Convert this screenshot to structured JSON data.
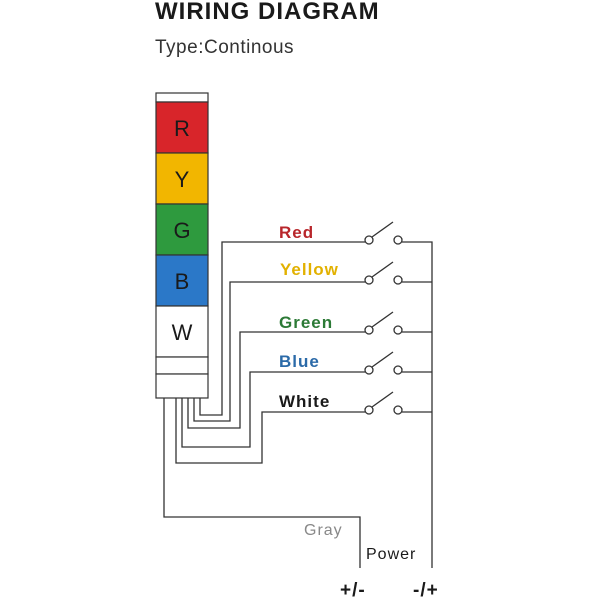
{
  "header": {
    "title": "WIRING DIAGRAM",
    "subtitle": "Type:Continous"
  },
  "tower": {
    "segments": [
      {
        "letter": "R",
        "color": "#d8252a"
      },
      {
        "letter": "Y",
        "color": "#f2b600"
      },
      {
        "letter": "G",
        "color": "#2e9a3e"
      },
      {
        "letter": "B",
        "color": "#2b78c8"
      },
      {
        "letter": "W",
        "color": "#ffffff"
      }
    ]
  },
  "wires": [
    {
      "label": "Red",
      "color": "#b8262b"
    },
    {
      "label": "Yellow",
      "color": "#e2b100"
    },
    {
      "label": "Green",
      "color": "#2c7a36"
    },
    {
      "label": "Blue",
      "color": "#2b6aa8"
    },
    {
      "label": "White",
      "color": "#1a1a1a"
    }
  ],
  "common": {
    "gray_label": "Gray",
    "gray_color": "#888888",
    "power_label": "Power",
    "terminal_left": "+/-",
    "terminal_right": "-/+"
  }
}
